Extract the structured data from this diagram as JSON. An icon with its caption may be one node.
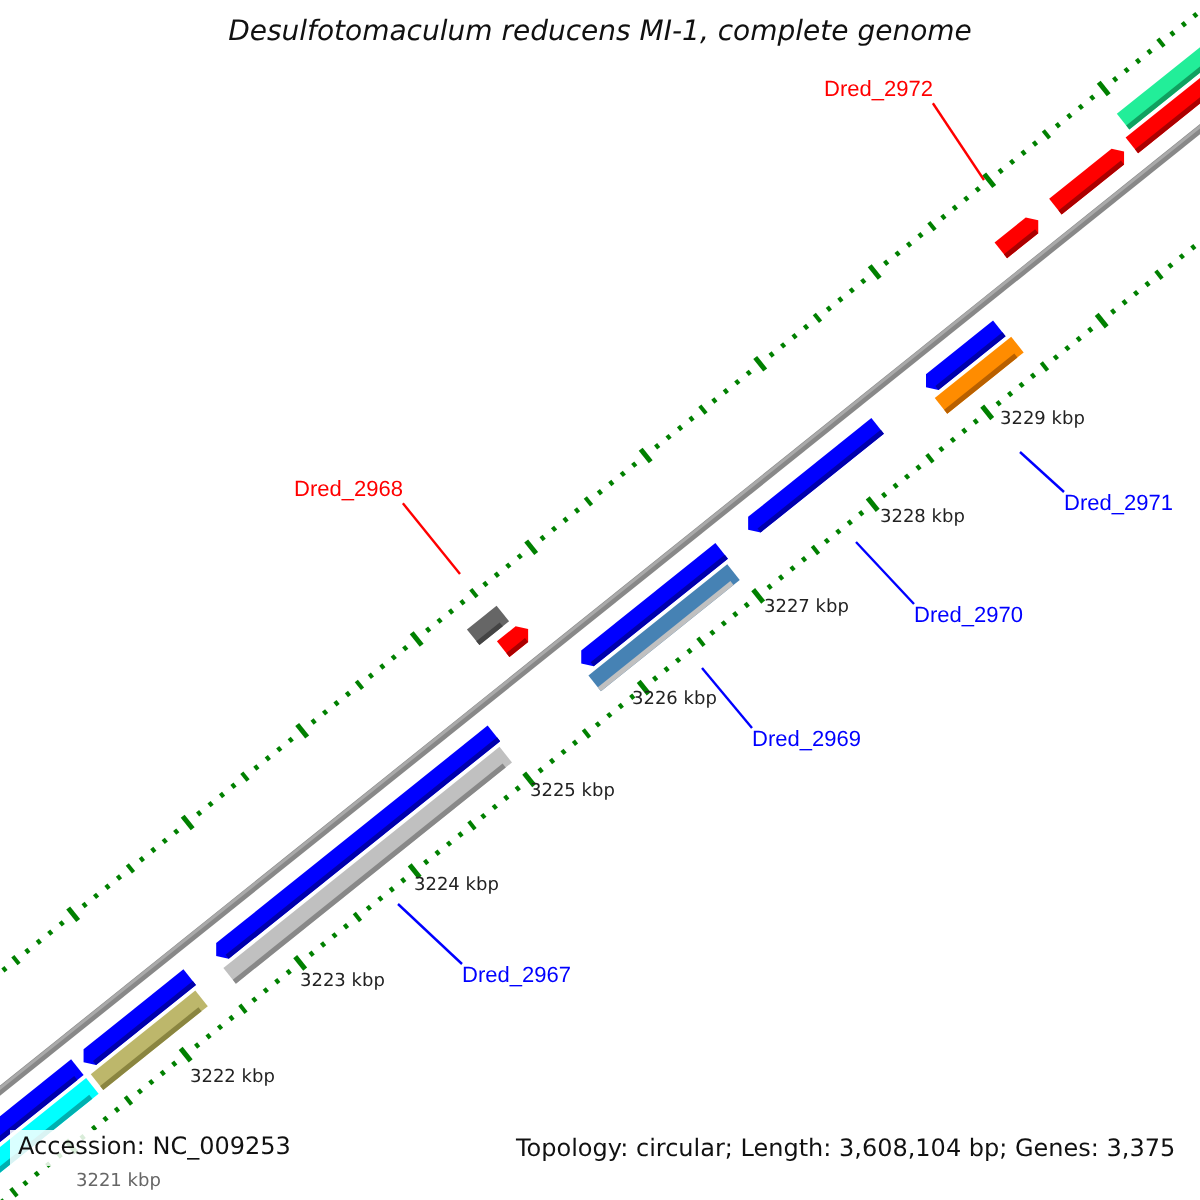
{
  "diagram": {
    "title": "Desulfotomaculum reducens MI-1, complete genome",
    "nodes": [
      {
        "text": [
          "Dred_2972"
        ]
      },
      {
        "text": [
          "Dred_2968"
        ]
      },
      {
        "text": [
          "Dred_2971"
        ]
      },
      {
        "text": [
          "Dred_2970"
        ]
      },
      {
        "text": [
          "Dred_2969"
        ]
      },
      {
        "text": [
          "Dred_2967"
        ]
      }
    ],
    "edges": [
      {
        "from": 0,
        "to": null,
        "arrow": "none",
        "color": "#ff0000"
      },
      {
        "from": 1,
        "to": null,
        "arrow": "none",
        "color": "#ff0000"
      },
      {
        "from": 2,
        "to": null,
        "arrow": "none"
      },
      {
        "from": 3,
        "to": null,
        "arrow": "none"
      },
      {
        "from": 4,
        "to": null,
        "arrow": "none"
      },
      {
        "from": 5,
        "to": null,
        "arrow": "none"
      }
    ],
    "labels": [
      "3229 kbp",
      "3228 kbp",
      "3227 kbp",
      "3226 kbp",
      "3225 kbp",
      "3224 kbp",
      "3223 kbp",
      "3222 kbp",
      "3221 kbp",
      "Accession: NC_009253",
      "Topology: circular; Length: 3,608,104 bp; Genes: 3,375"
    ]
  }
}
